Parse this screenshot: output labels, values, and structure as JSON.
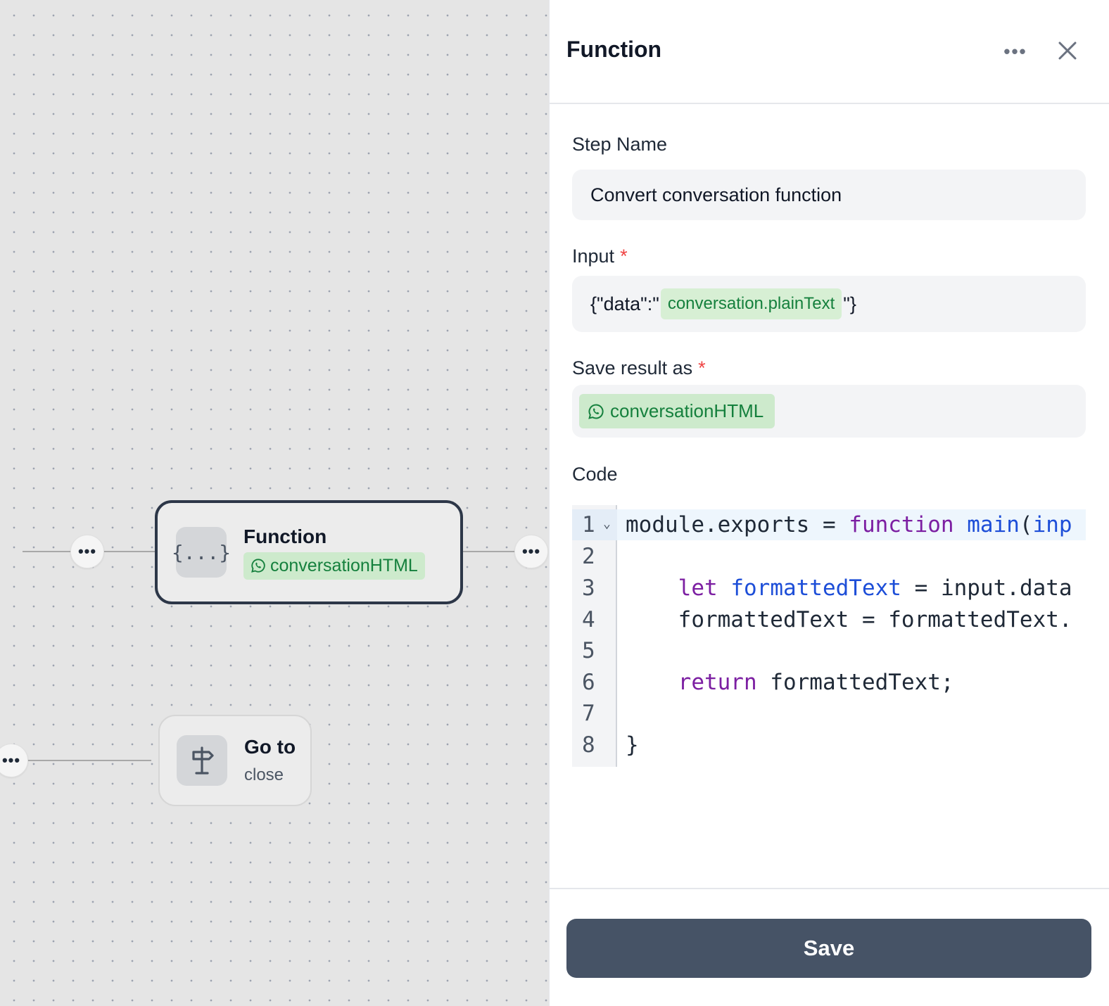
{
  "canvas": {
    "function_node": {
      "title": "Function",
      "icon": "curly-braces-icon",
      "icon_glyph": "{...}",
      "variable": "conversationHTML",
      "variable_icon": "whatsapp-icon"
    },
    "goto_node": {
      "title": "Go to",
      "subtitle": "close",
      "icon": "signpost-icon"
    },
    "edge_handle_label": "•••"
  },
  "panel": {
    "title": "Function",
    "more_label": "•••",
    "step_name": {
      "label": "Step Name",
      "value": "Convert conversation function"
    },
    "input": {
      "label": "Input",
      "required_mark": "*",
      "prefix": "{\"data\":\"",
      "variable": "conversation.plainText",
      "suffix": "\"}"
    },
    "save_result": {
      "label": "Save result as",
      "required_mark": "*",
      "variable": "conversationHTML",
      "variable_icon": "whatsapp-icon"
    },
    "code": {
      "label": "Code",
      "lines": [
        {
          "num": "1",
          "text": "module.exports = function main(inp"
        },
        {
          "num": "2",
          "text": ""
        },
        {
          "num": "3",
          "text": "    let formattedText = input.data"
        },
        {
          "num": "4",
          "text": "    formattedText = formattedText."
        },
        {
          "num": "5",
          "text": ""
        },
        {
          "num": "6",
          "text": "    return formattedText;"
        },
        {
          "num": "7",
          "text": ""
        },
        {
          "num": "8",
          "text": "}"
        }
      ]
    },
    "save_button": "Save"
  },
  "colors": {
    "accent_dark": "#465366",
    "chip_green_bg": "#cdeacc",
    "chip_green_text": "#15803d",
    "required_red": "#ef4444",
    "keyword_purple": "#7c1fa2",
    "identifier_blue": "#1d4ed8"
  }
}
